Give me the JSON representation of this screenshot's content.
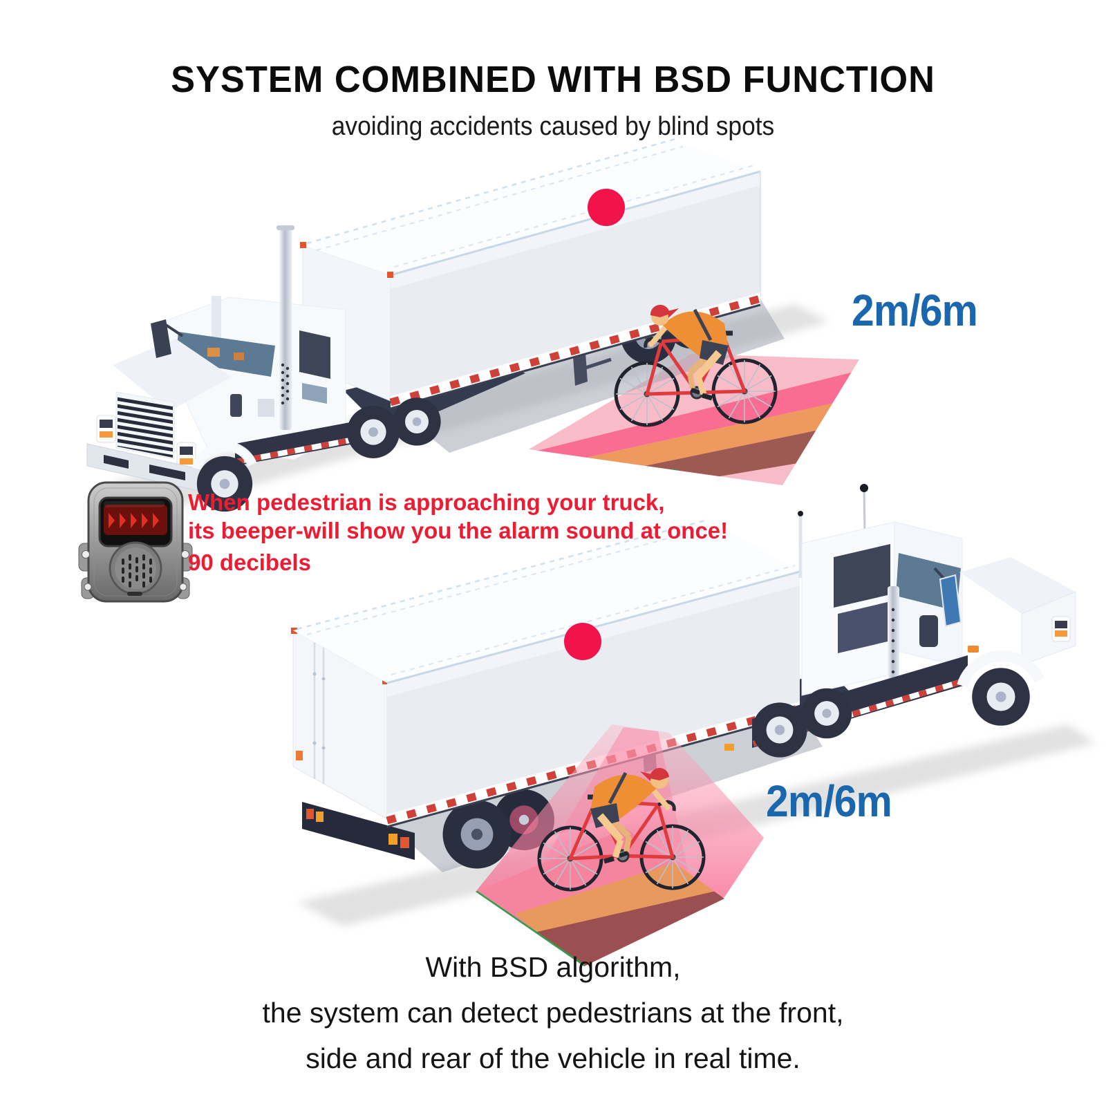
{
  "title": "SYSTEM COMBINED WITH BSD FUNCTION",
  "subtitle": "avoiding accidents caused by blind spots",
  "scene_top": {
    "distance_label": "2m/6m"
  },
  "scene_bottom": {
    "distance_label": "2m/6m"
  },
  "alert": {
    "line1": "When pedestrian is approaching your truck,",
    "line2": "its beeper-will show you the alarm sound at once!",
    "line3": "90 decibels"
  },
  "footer": {
    "line1": "With BSD algorithm,",
    "line2": "the system can detect pedestrians at the front,",
    "line3": "side and rear of the vehicle in real time."
  },
  "icons": {
    "beeper": "beeper-alarm-device",
    "sensor": "bsd-sensor-dot",
    "zone": "blind-spot-detection-zone",
    "cyclist": "cyclist",
    "truck": "semi-truck"
  },
  "colors": {
    "distance_blue": "#1a67ae",
    "alert_red": "#ee1c33",
    "sensor_red": "#f3134b",
    "zone_pink": "#f8bcc8",
    "zone_hot_pink": "#fa6d92",
    "zone_orange": "#ee9a5e",
    "zone_brown": "#9d5a52",
    "zone_green": "#2ea04c",
    "led_red": "#e2301f",
    "bike_red": "#df3a3e",
    "jersey_orange": "#ef8f35"
  }
}
